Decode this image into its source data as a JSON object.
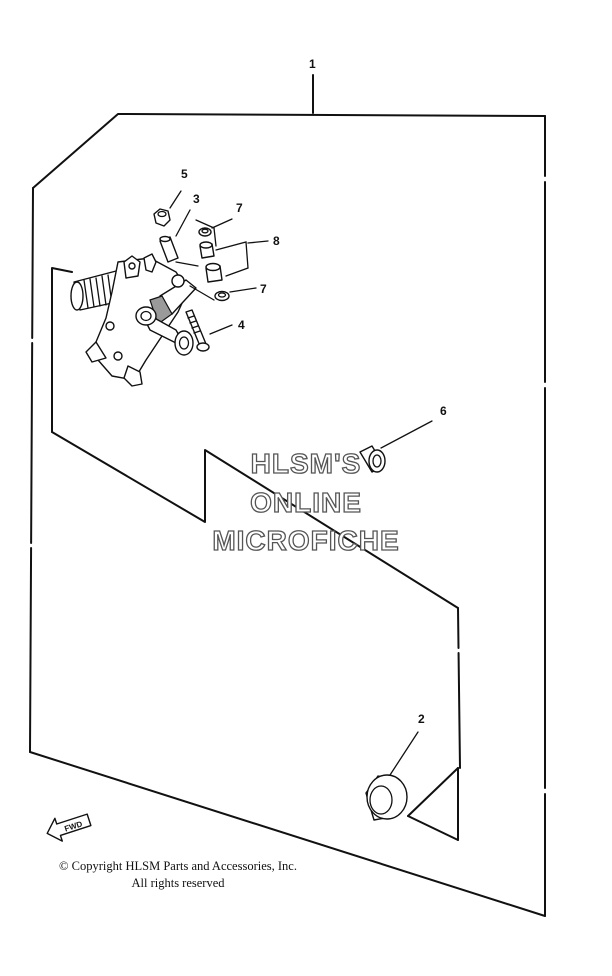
{
  "diagram": {
    "callouts": {
      "c1": "1",
      "c2": "2",
      "c3": "3",
      "c4": "4",
      "c5": "5",
      "c6": "6",
      "c7a": "7",
      "c7b": "7",
      "c8": "8"
    },
    "fwd_label": "FWD"
  },
  "watermark": {
    "line1": "HLSM'S",
    "line2": "ONLINE",
    "line3": "MICROFICHE"
  },
  "footer": {
    "copyright_line1": "© Copyright HLSM Parts and Accessories, Inc.",
    "copyright_line2": "All rights reserved"
  }
}
